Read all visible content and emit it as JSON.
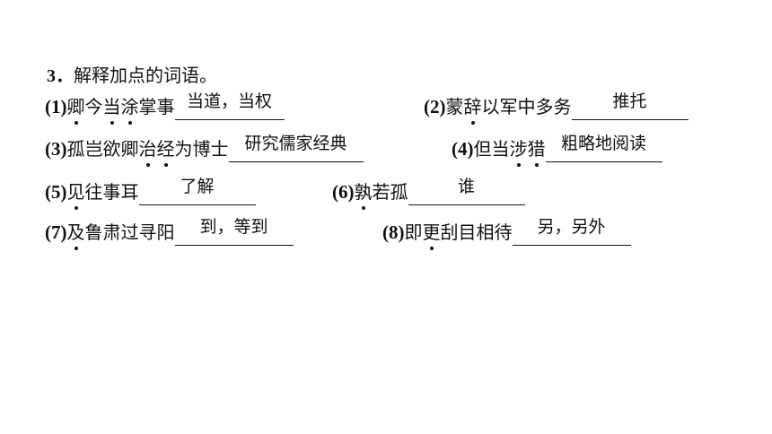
{
  "heading": {
    "number": "3．",
    "text": "解释加点的词语。"
  },
  "items": [
    {
      "label": "(1)",
      "question": "卿今当涂掌事",
      "dots": [
        0,
        2,
        3
      ],
      "answer": "当道，当权"
    },
    {
      "label": "(2)",
      "question": "蒙辞以军中多务",
      "dots": [
        1
      ],
      "answer": "推托"
    },
    {
      "label": "(3)",
      "question": "孤岂欲卿治经为博士",
      "dots": [
        4,
        5
      ],
      "answer": "研究儒家经典"
    },
    {
      "label": "(4)",
      "question": "但当涉猎",
      "dots": [
        2,
        3
      ],
      "answer": "粗略地阅读"
    },
    {
      "label": "(5)",
      "question": "见往事耳",
      "dots": [
        0
      ],
      "answer": "了解"
    },
    {
      "label": "(6)",
      "question": "孰若孤",
      "dots": [
        0
      ],
      "answer": "谁"
    },
    {
      "label": "(7)",
      "question": "及鲁肃过寻阳",
      "dots": [
        0
      ],
      "answer": "到，等到"
    },
    {
      "label": "(8)",
      "question": "即更刮目相待",
      "dots": [
        1
      ],
      "answer": "另，另外"
    }
  ]
}
